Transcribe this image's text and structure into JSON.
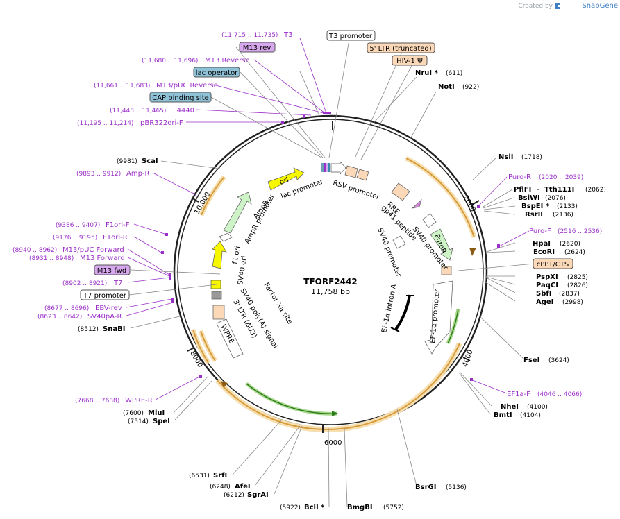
{
  "watermark": {
    "created_by": "Created by",
    "brand": "SnapGene"
  },
  "plasmid": {
    "name": "TFORF2442",
    "size": "11,758 bp"
  },
  "ticks": [
    "2000",
    "4000",
    "6000",
    "8000",
    "10,000"
  ],
  "boxed_labels": {
    "t3_promoter": "T3 promoter",
    "ltr5": "5' LTR (truncated)",
    "hiv_psi": "HIV-1 Ψ",
    "m13_rev": "M13 rev",
    "lac_operator": "lac operator",
    "cap_site": "CAP binding site",
    "cppt": "cPPT/CTS",
    "m13_fwd": "M13 fwd",
    "t7_promoter": "T7 promoter"
  },
  "sites": {
    "nrui": {
      "name": "NruI *",
      "pos": "(611)"
    },
    "noti": {
      "name": "NotI",
      "pos": "(922)"
    },
    "nsii": {
      "name": "NsiI",
      "pos": "(1718)"
    },
    "pflfi": {
      "name": "PflFI",
      "sep": " - ",
      "name2": "Tth111I",
      "pos": "(2062)"
    },
    "bsiwi": {
      "name": "BsiWI",
      "pos": "(2076)"
    },
    "bspei": {
      "name": "BspEI *",
      "pos": "(2133)"
    },
    "rsrii": {
      "name": "RsrII",
      "pos": "(2136)"
    },
    "hpai": {
      "name": "HpaI",
      "pos": "(2620)"
    },
    "ecori": {
      "name": "EcoRI",
      "pos": "(2624)"
    },
    "pspxi": {
      "name": "PspXI",
      "pos": "(2825)"
    },
    "paqci": {
      "name": "PaqCI",
      "pos": "(2826)"
    },
    "sbfi": {
      "name": "SbfI",
      "pos": "(2837)"
    },
    "agei": {
      "name": "AgeI",
      "pos": "(2998)"
    },
    "fsei": {
      "name": "FseI",
      "pos": "(3624)"
    },
    "nhei": {
      "name": "NheI",
      "pos": "(4100)"
    },
    "bmti": {
      "name": "BmtI",
      "pos": "(4104)"
    },
    "bsrgi": {
      "name": "BsrGI",
      "pos": "(5136)"
    },
    "bmgbi": {
      "name": "BmgBI",
      "pos": "(5752)"
    },
    "bcli": {
      "name": "BclI *",
      "pos": "(5922)"
    },
    "sgrai": {
      "name": "SgrAI",
      "pos": "(6212)"
    },
    "afei": {
      "name": "AfeI",
      "pos": "(6248)"
    },
    "srfi": {
      "name": "SrfI",
      "pos": "(6531)"
    },
    "spei": {
      "name": "SpeI",
      "pos": "(7514)"
    },
    "mlui": {
      "name": "MluI",
      "pos": "(7600)"
    },
    "snabi": {
      "name": "SnaBI",
      "pos": "(8512)"
    },
    "scai": {
      "name": "ScaI",
      "pos": "(9981)"
    }
  },
  "primers": {
    "t3": {
      "range": "(11,715 .. 11,735)",
      "name": "T3"
    },
    "m13_reverse": {
      "range": "(11,680 .. 11,696)",
      "name": "M13 Reverse"
    },
    "m13_puc_reverse": {
      "range": "(11,661 .. 11,683)",
      "name": "M13/pUC Reverse"
    },
    "l4440": {
      "range": "(11,448 .. 11,465)",
      "name": "L4440"
    },
    "pbr322": {
      "range": "(11,195 .. 11,214)",
      "name": "pBR322ori-F"
    },
    "amp_r": {
      "range": "(9893 .. 9912)",
      "name": "Amp-R"
    },
    "f1ori_f": {
      "range": "(9386 .. 9407)",
      "name": "F1ori-F"
    },
    "f1ori_r": {
      "range": "(9176 .. 9195)",
      "name": "F1ori-R"
    },
    "m13_puc_forward": {
      "range": "(8940 .. 8962)",
      "name": "M13/pUC Forward"
    },
    "m13_forward": {
      "range": "(8931 .. 8948)",
      "name": "M13 Forward"
    },
    "t7": {
      "range": "(8902 .. 8921)",
      "name": "T7"
    },
    "ebv_rev": {
      "range": "(8677 .. 8696)",
      "name": "EBV-rev"
    },
    "sv40pa_r": {
      "range": "(8623 .. 8642)",
      "name": "SV40pA-R"
    },
    "wpre_r": {
      "range": "(7668 .. 7688)",
      "name": "WPRE-R"
    },
    "puro_r": {
      "name": "Puro-R",
      "range": "(2020 .. 2039)"
    },
    "puro_f": {
      "name": "Puro-F",
      "range": "(2516 .. 2536)"
    },
    "ef1a_f": {
      "name": "EF1a-F",
      "range": "(4046 .. 4066)"
    }
  },
  "inner_labels": {
    "lac_promoter": "lac promoter",
    "rsv_promoter": "RSV promoter",
    "rre": "RRE",
    "gp41": "gp41 peptide",
    "sv40_promoter_1": "SV40 promoter",
    "sv40_promoter_2": "SV40 promoter",
    "puror": "PuroR",
    "ef1a_promoter": "EF-1α promoter",
    "ef1a_intron": "EF-1α intron A",
    "factor_xa": "Factor Xa site",
    "sv40_polya": "SV40 poly(A) signal",
    "ltr3": "3' LTR (ΔU3)",
    "wpre": "WPRE",
    "f1_ori": "f1 ori",
    "sv40_ori": "SV40 ori",
    "ampr": "AmpR",
    "ampr_promoter": "AmpR promoter",
    "ori": "ori"
  },
  "colors": {
    "primer": "#9b30c8",
    "orf": "#d89b3c",
    "orf_glow": "#f6dfb0",
    "green": "#4aa832",
    "backbone": "#222222"
  }
}
